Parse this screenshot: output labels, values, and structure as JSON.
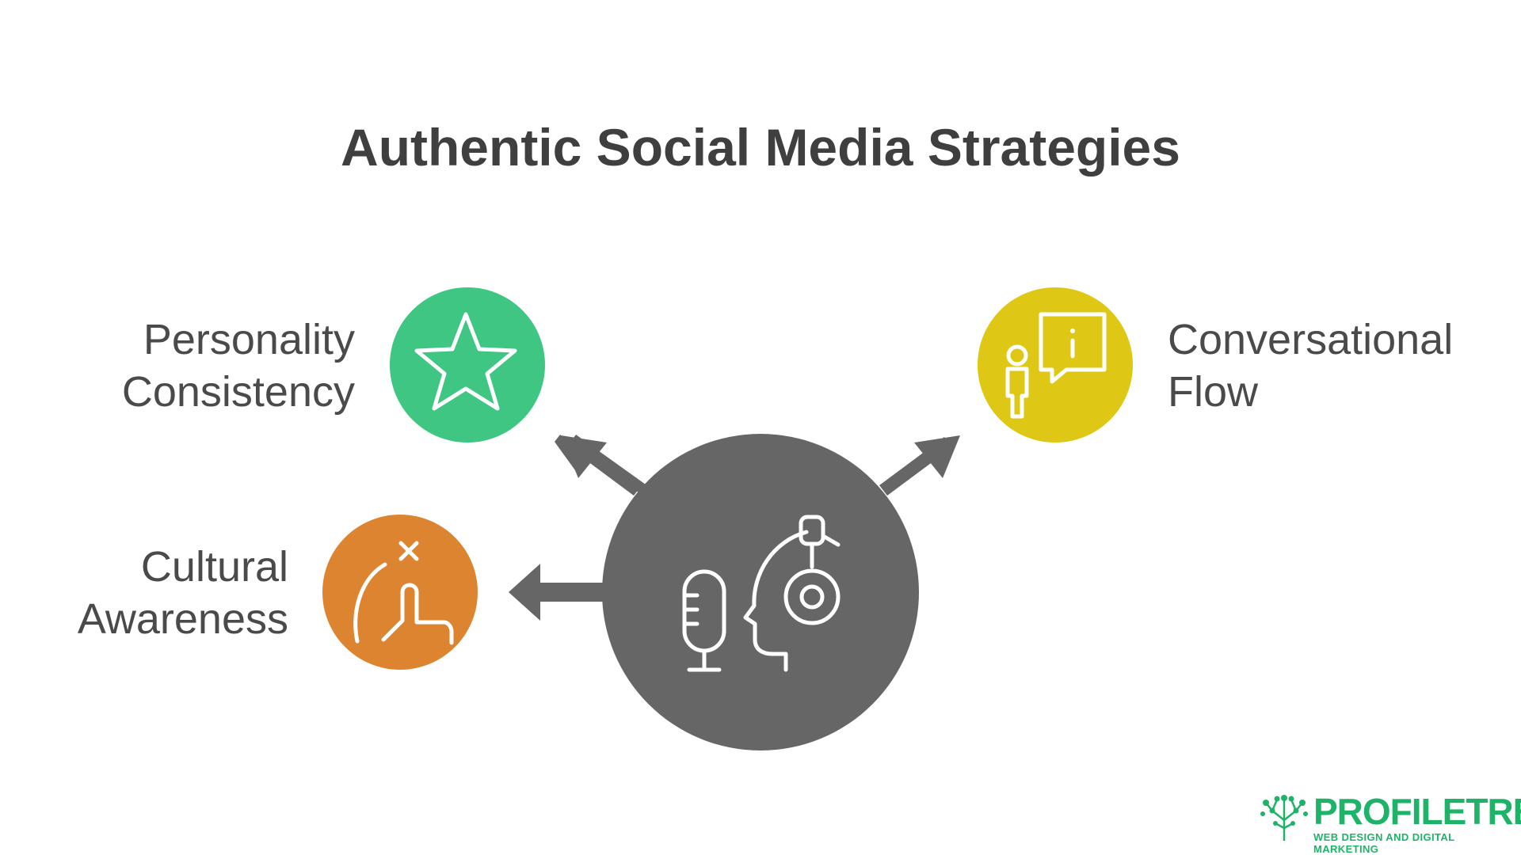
{
  "title": "Authentic Social Media Strategies",
  "center": {
    "icons": [
      "microphone-icon",
      "head-with-headset-icon"
    ],
    "color": "#666666"
  },
  "nodes": [
    {
      "id": "personality",
      "lines": [
        "Personality",
        "Consistency"
      ],
      "color": "#3ec682",
      "icon": "star-icon"
    },
    {
      "id": "conversational",
      "lines": [
        "Conversational",
        "Flow"
      ],
      "color": "#dfc815",
      "icon": "person-speech-bubble-icon"
    },
    {
      "id": "cultural",
      "lines": [
        "Cultural",
        "Awareness"
      ],
      "color": "#dd8431",
      "icon": "hand-gesture-icon"
    }
  ],
  "logo": {
    "word": "PROFILETREE",
    "tagline": "WEB DESIGN AND DIGITAL MARKETING",
    "color": "#1fb36a"
  }
}
